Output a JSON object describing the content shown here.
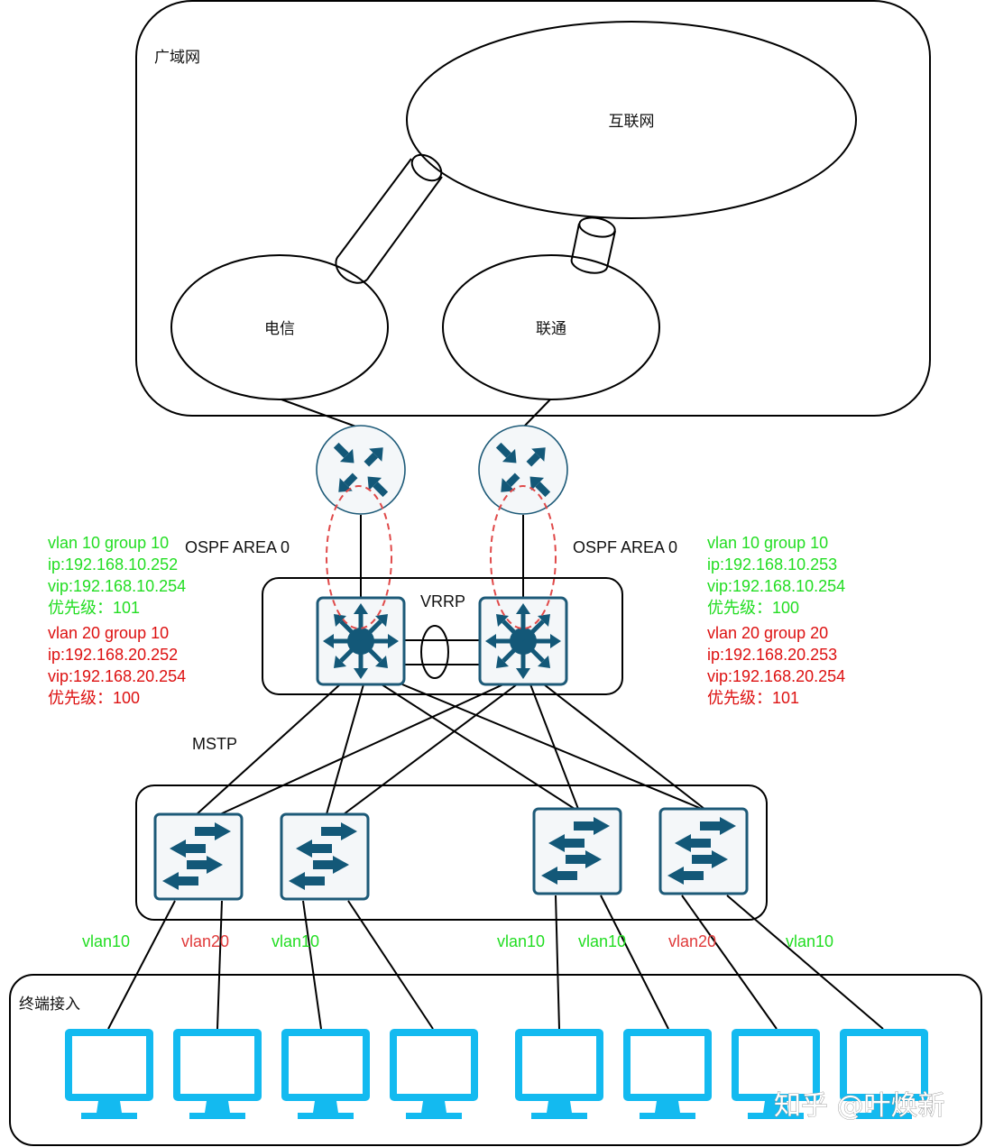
{
  "diagram": {
    "wan_zone": {
      "label": "广域网"
    },
    "internet": {
      "label": "互联网"
    },
    "isp_telecom": {
      "label": "电信"
    },
    "isp_unicom": {
      "label": "联通"
    },
    "ospf_left": {
      "label": "OSPF AREA 0"
    },
    "ospf_right": {
      "label": "OSPF AREA 0"
    },
    "vrrp": {
      "label": "VRRP"
    },
    "mstp": {
      "label": "MSTP"
    },
    "access_zone": {
      "label": "终端接入"
    },
    "left_core_config": {
      "vlan10": {
        "group": "vlan 10 group 10",
        "ip": "ip:192.168.10.252",
        "vip": "vip:192.168.10.254",
        "priority": "优先级：101"
      },
      "vlan20": {
        "group": "vlan 20 group 10",
        "ip": "ip:192.168.20.252",
        "vip": "vip:192.168.20.254",
        "priority": "优先级：100"
      }
    },
    "right_core_config": {
      "vlan10": {
        "group": "vlan 10 group 10",
        "ip": "ip:192.168.10.253",
        "vip": "vip:192.168.10.254",
        "priority": "优先级：100"
      },
      "vlan20": {
        "group": "vlan 20 group 20",
        "ip": "ip:192.168.20.253",
        "vip": "vip:192.168.20.254",
        "priority": "优先级：101"
      }
    },
    "vlan_labels": [
      {
        "text": "vlan10",
        "color": "green"
      },
      {
        "text": "vlan20",
        "color": "red"
      },
      {
        "text": "vlan10",
        "color": "green"
      },
      {
        "text": "vlan10",
        "color": "green"
      },
      {
        "text": "vlan10",
        "color": "green"
      },
      {
        "text": "vlan20",
        "color": "red"
      },
      {
        "text": "vlan10",
        "color": "green"
      }
    ],
    "devices": {
      "routers": [
        "router-icon",
        "router-icon"
      ],
      "core_switches": [
        "l3-switch-icon",
        "l3-switch-icon"
      ],
      "access_switches": [
        "switch-icon",
        "switch-icon",
        "switch-icon",
        "switch-icon"
      ],
      "terminals_count": 8
    },
    "colors": {
      "vlan10": "#22dd22",
      "vlan20": "#dd1111",
      "device": "#135878",
      "terminal": "#13baf0",
      "vrrp_ring": "#e04a4a"
    },
    "watermark": "知乎 @叶焕新"
  }
}
